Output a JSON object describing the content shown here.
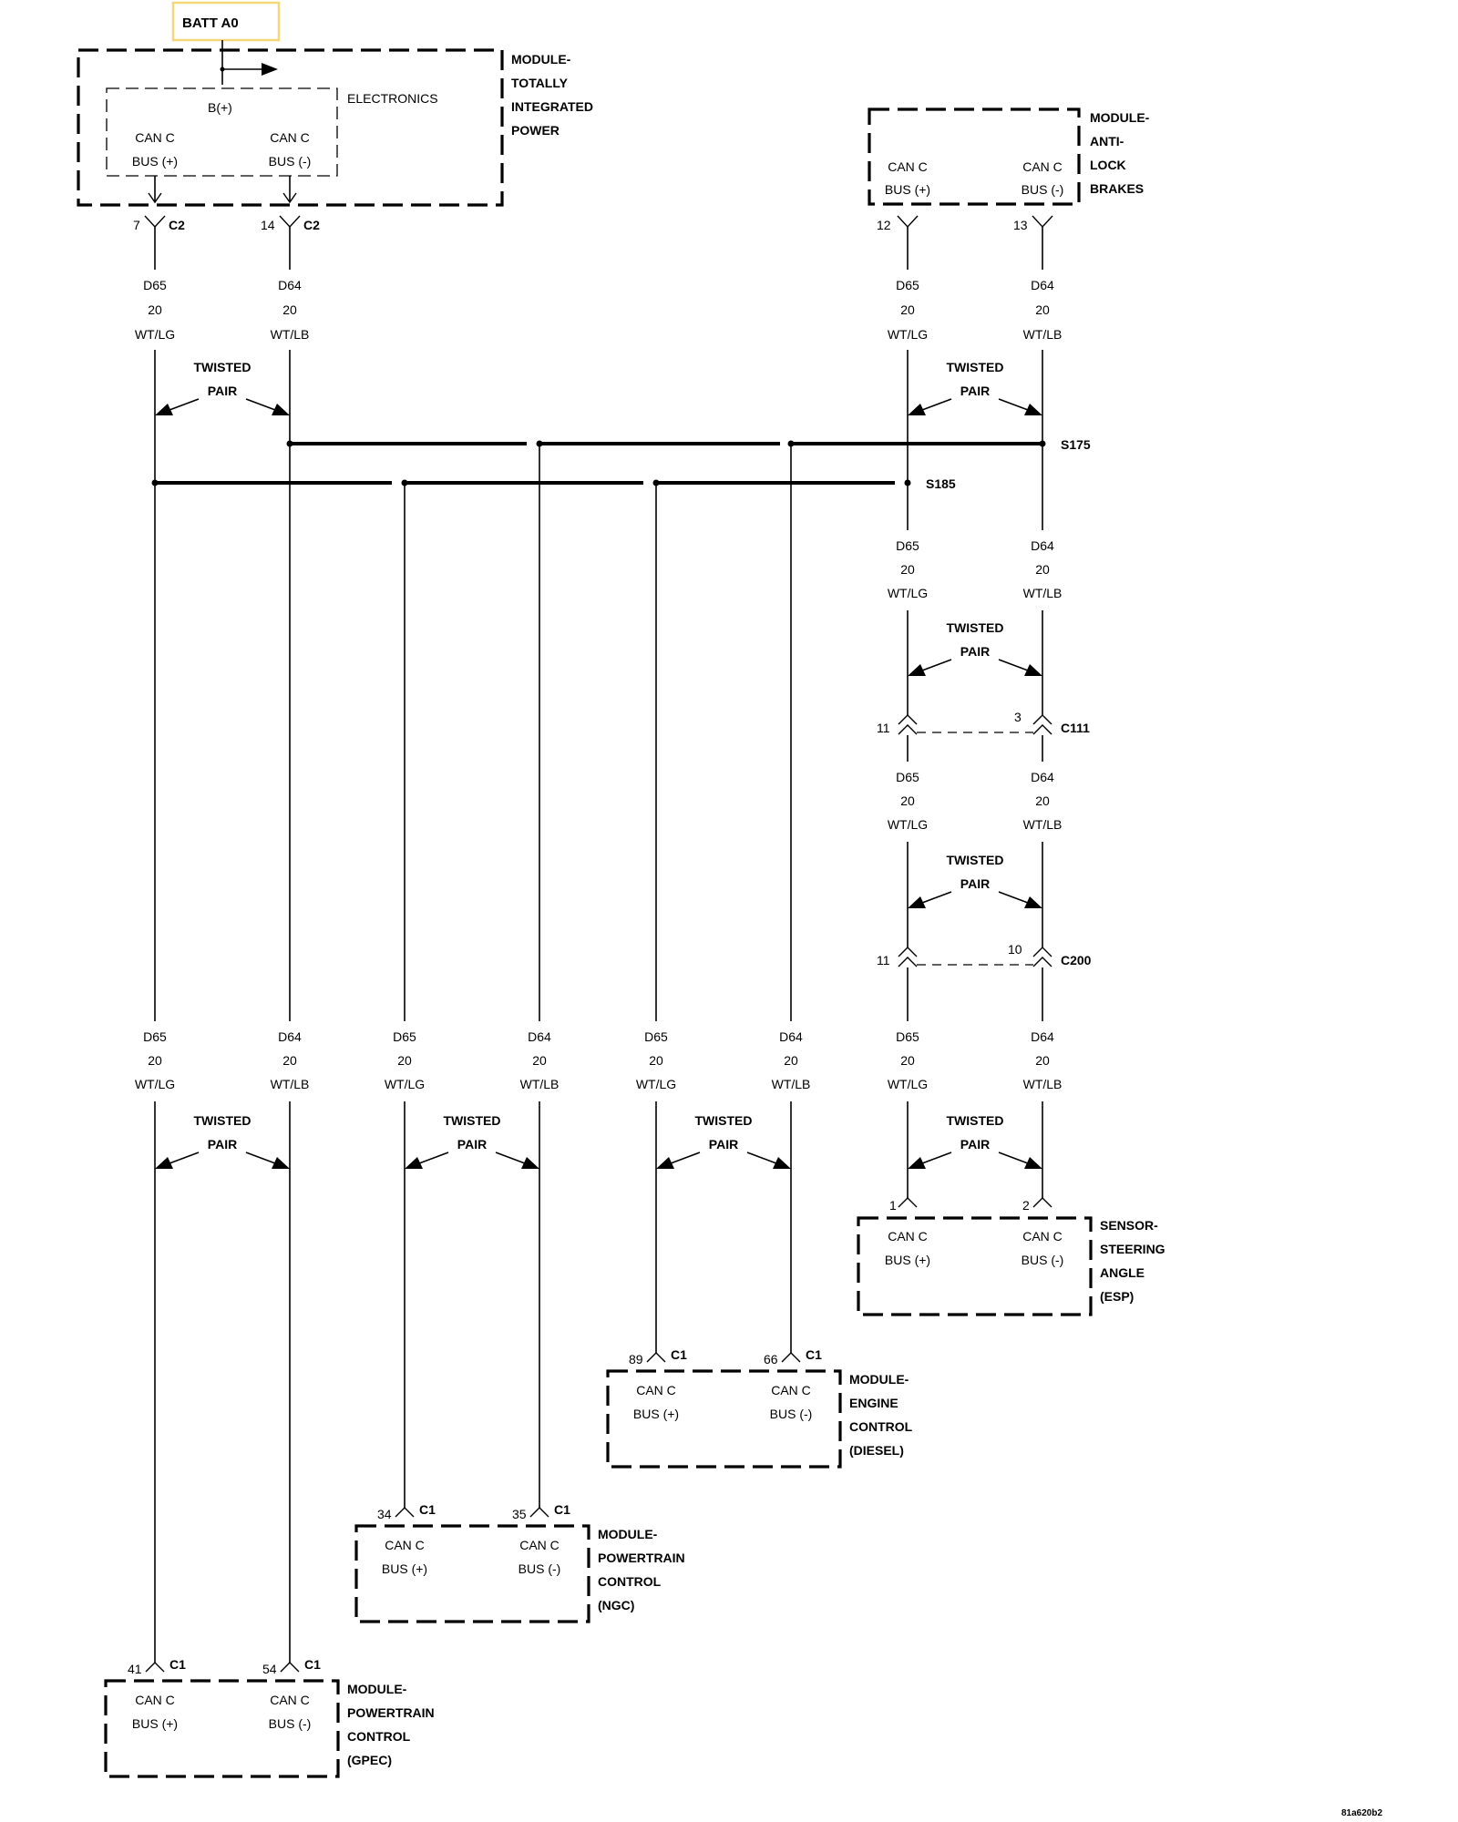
{
  "battery_label": "BATT A0",
  "battery_box_color": "#f5d77a",
  "can": "CAN C",
  "bus_pos": "BUS (+)",
  "bus_neg": "BUS (-)",
  "wire_pos": {
    "circuit": "D65",
    "gauge": "20",
    "color": "WT/LG"
  },
  "wire_neg": {
    "circuit": "D64",
    "gauge": "20",
    "color": "WT/LB"
  },
  "twisted": "TWISTED",
  "pair": "PAIR",
  "splices": {
    "s175": "S175",
    "s185": "S185"
  },
  "tipm": {
    "name_lines": [
      "MODULE-",
      "TOTALLY",
      "INTEGRATED",
      "POWER"
    ],
    "electronics": "ELECTRONICS",
    "bplus": "B(+)",
    "pin_pos": "7",
    "pin_neg": "14",
    "connector": "C2"
  },
  "abs": {
    "name_lines": [
      "MODULE-",
      "ANTI-",
      "LOCK",
      "BRAKES"
    ],
    "pin_pos": "12",
    "pin_neg": "13"
  },
  "c111": {
    "label": "C111",
    "pin_pos": "11",
    "pin_neg": "3"
  },
  "c200": {
    "label": "C200",
    "pin_pos": "11",
    "pin_neg": "10"
  },
  "sas": {
    "name_lines": [
      "SENSOR-",
      "STEERING",
      "ANGLE",
      "(ESP)"
    ],
    "pin_pos": "1",
    "pin_neg": "2"
  },
  "ecm": {
    "name_lines": [
      "MODULE-",
      "ENGINE",
      "CONTROL",
      "(DIESEL)"
    ],
    "pin_pos": "89",
    "pin_neg": "66",
    "connector": "C1"
  },
  "ngc": {
    "name_lines": [
      "MODULE-",
      "POWERTRAIN",
      "CONTROL",
      "(NGC)"
    ],
    "pin_pos": "34",
    "pin_neg": "35",
    "connector": "C1"
  },
  "gpec": {
    "name_lines": [
      "MODULE-",
      "POWERTRAIN",
      "CONTROL",
      "(GPEC)"
    ],
    "pin_pos": "41",
    "pin_neg": "54",
    "connector": "C1"
  },
  "figure_id": "81a620b2"
}
